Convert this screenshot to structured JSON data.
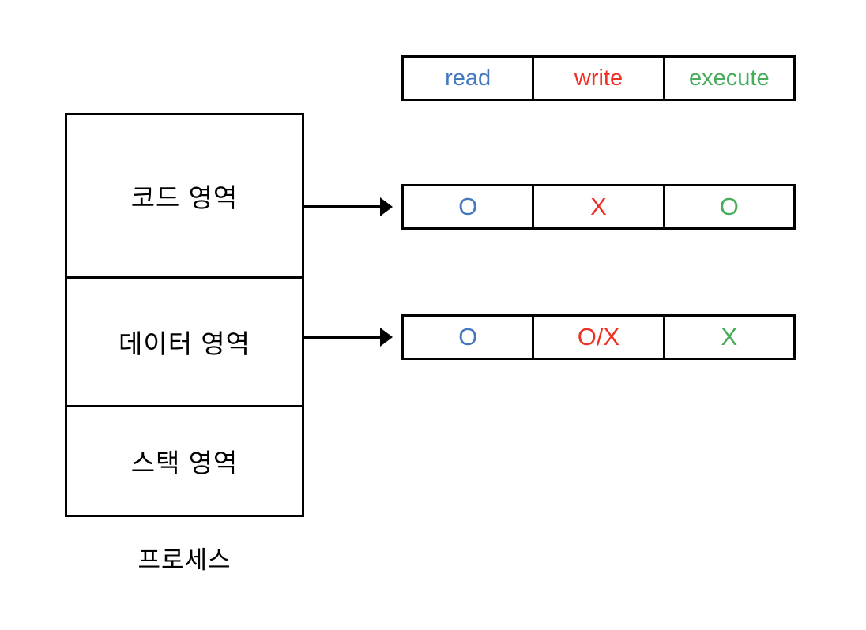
{
  "canvas": {
    "background": "#ffffff",
    "border_color": "#000000"
  },
  "process": {
    "caption": "프로세스",
    "sections": [
      {
        "label": "코드 영역"
      },
      {
        "label": "데이터 영역"
      },
      {
        "label": "스택 영역"
      }
    ]
  },
  "permissions": {
    "colors": {
      "read": "#4377BE",
      "write": "#ED3124",
      "execute": "#47AD5B"
    },
    "header": {
      "cells": [
        {
          "text": "read",
          "color": "#4377BE"
        },
        {
          "text": "write",
          "color": "#ED3124"
        },
        {
          "text": "execute",
          "color": "#47AD5B"
        }
      ]
    },
    "rows": [
      {
        "cells": [
          {
            "text": "O",
            "color": "#4377BE"
          },
          {
            "text": "X",
            "color": "#ED3124"
          },
          {
            "text": "O",
            "color": "#47AD5B"
          }
        ]
      },
      {
        "cells": [
          {
            "text": "O",
            "color": "#4377BE"
          },
          {
            "text": "O/X",
            "color": "#ED3124"
          },
          {
            "text": "X",
            "color": "#47AD5B"
          }
        ]
      }
    ]
  }
}
